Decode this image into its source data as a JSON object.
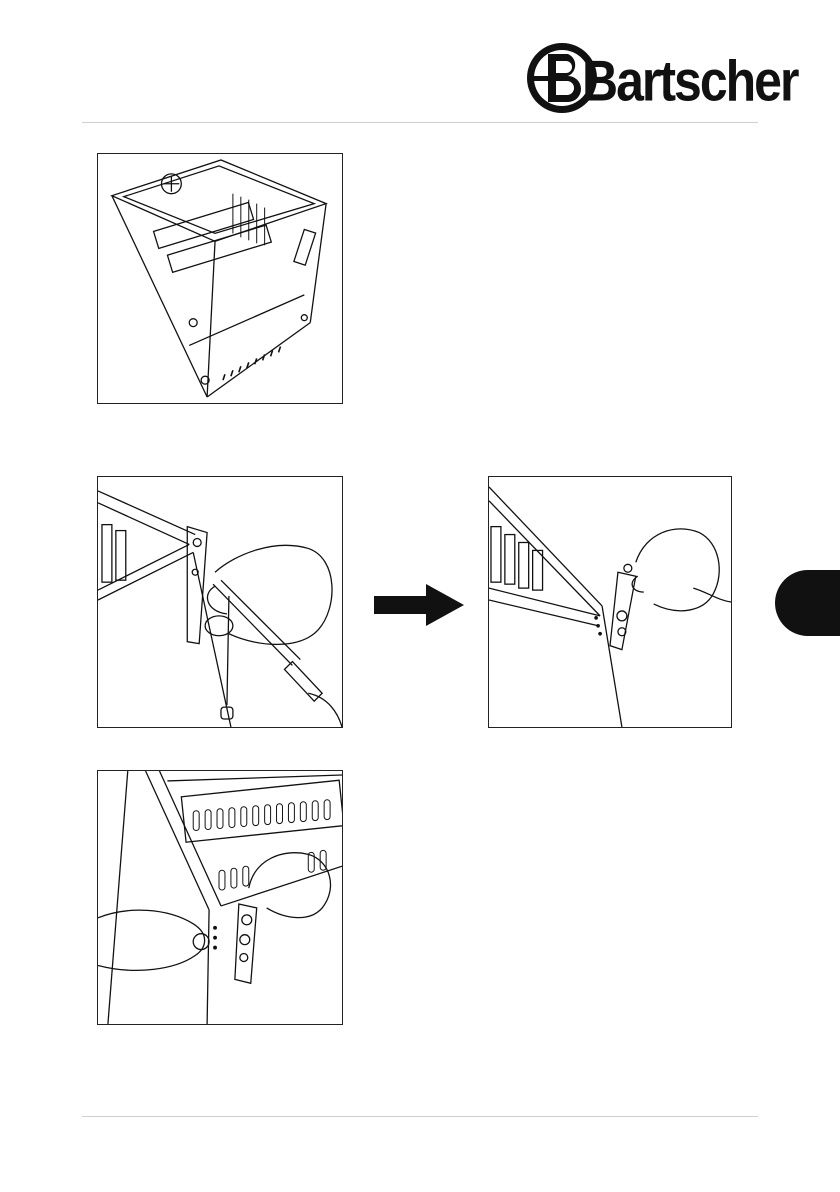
{
  "header": {
    "brand": "Bartscher",
    "logo_icon": "bartscher-b-logo-icon"
  },
  "figures": [
    {
      "id": "fig1",
      "icon": "fryer-unit-overview-illustration"
    },
    {
      "id": "fig2",
      "icon": "unscrew-holder-illustration"
    },
    {
      "id": "fig3",
      "icon": "hang-holder-illustration"
    },
    {
      "id": "fig4",
      "icon": "attach-holder-illustration"
    }
  ],
  "arrow": {
    "icon": "arrow-right-icon"
  },
  "side_tab": {
    "color": "#111111"
  },
  "colors": {
    "ink": "#111111",
    "rule": "#cfcfcf"
  }
}
